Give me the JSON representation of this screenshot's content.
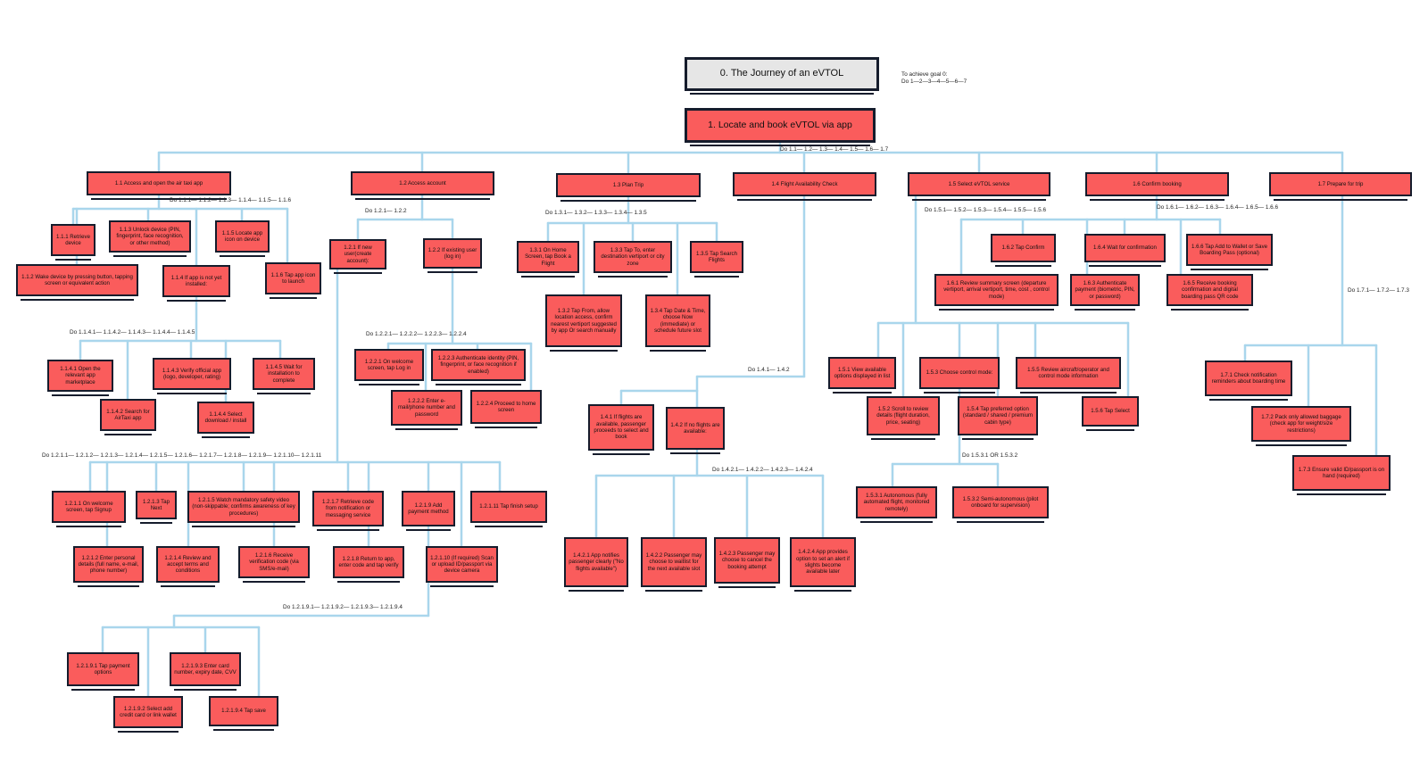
{
  "root": "0. The Journey of an eVTOL",
  "goal_note": [
    "To achieve goal 0:",
    "Do 1—2—3—4—5—6—7"
  ],
  "plan_notes": {
    "p1": "Do 1.1— 1.2— 1.3— 1.4— 1.5— 1.6— 1.7",
    "p11": "Do 1.1.1— 1.1.2— 1.1.3— 1.1.4— 1.1.5— 1.1.6",
    "p12": "Do 1.2.1— 1.2.2",
    "p13": "Do 1.3.1— 1.3.2— 1.3.3— 1.3.4— 1.3.5",
    "p15": "Do 1.5.1— 1.5.2— 1.5.3— 1.5.4— 1.5.5— 1.5.6",
    "p16": "Do 1.6.1— 1.6.2— 1.6.3— 1.6.4— 1.6.5— 1.6.6",
    "p17": "Do 1.7.1— 1.7.2— 1.7.3",
    "p114": "Do 1.1.4.1— 1.1.4.2— 1.1.4.3— 1.1.4.4— 1.1.4.5",
    "p122": "Do 1.2.2.1— 1.2.2.2— 1.2.2.3— 1.2.2.4",
    "p14": "Do 1.4.1— 1.4.2",
    "p121": "Do 1.2.1.1— 1.2.1.2— 1.2.1.3— 1.2.1.4— 1.2.1.5— 1.2.1.6— 1.2.1.7— 1.2.1.8— 1.2.1.9— 1.2.1.10— 1.2.1.11",
    "p142": "Do 1.4.2.1— 1.4.2.2— 1.4.2.3— 1.4.2.4",
    "p153": "Do 1.5.3.1 OR 1.5.3.2",
    "p1219": "Do 1.2.1.9.1— 1.2.1.9.2— 1.2.1.9.3— 1.2.1.9.4"
  },
  "nodes": {
    "n1": "1. Locate and book eVTOL via app",
    "n11": "1.1 Access and open the air taxi app",
    "n12": "1.2 Access account",
    "n13": "1.3 Plan Trip",
    "n14": "1.4 Flight Availability Check",
    "n15": "1.5 Select eVTOL service",
    "n16": "1.6 Confirm booking",
    "n17": "1.7 Prepare for trip",
    "n111": "1.1.1 Retrieve device",
    "n112": "1.1.2 Wake device by pressing button, tapping screen or equivalent action",
    "n113": "1.1.3 Unlock device (PIN, fingerprint, face recognition, or other method)",
    "n114": "1.1.4 If app is not yet installed:",
    "n115": "1.1.5 Locate app icon on device",
    "n116": "1.1.6 Tap app icon to launch",
    "n1141": "1.1.4.1 Open the relevant app marketplace",
    "n1142": "1.1.4.2 Search for AirTaxi app",
    "n1143": "1.1.4.3 Verify official app (logo, developer, rating)",
    "n1144": "1.1.4.4 Select download / install",
    "n1145": "1.1.4.5 Wait for installation to complete",
    "n121": "1.2.1 If new user(create account):",
    "n122": "1.2.2 If existing user (log in)",
    "n1221": "1.2.2.1 On welcome screen, tap Log in",
    "n1222": "1.2.2.2 Enter e-mail/phone number and password",
    "n1223": "1.2.2.3 Authenticate identity (PIN, fingerprint, or face recognition if enabled)",
    "n1224": "1.2.2.4 Proceed to home screen",
    "n131": "1.3.1 On Home Screen, tap Book a Flight",
    "n132": "1.3.2 Tap From, allow location access, confirm nearest vertiport suggested by app Or search manually",
    "n133": "1.3.3 Tap To, enter destination vertiport or city zone",
    "n134": "1.3.4 Tap Date & Time, choose Now (immediate) or schedule future slot",
    "n135": "1.3.5 Tap Search Flights",
    "n141": "1.4.1 If flights are available, passenger proceeds to select and book",
    "n142": "1.4.2 If no flights are available:",
    "n1421": "1.4.2.1 App notifies passenger clearly (\"No flights available\")",
    "n1422": "1.4.2.2 Passenger may choose to waitlist for the next available slot",
    "n1423": "1.4.2.3 Passenger may choose to cancel the booking attempt",
    "n1424": "1.4.2.4 App provides option to set an alert if slights become available later",
    "n151": "1.5.1 View available options displayed in list",
    "n152": "1.5.2 Scroll to review details (flight duration, price, seating)",
    "n153": "1.5.3 Choose control mode:",
    "n154": "1.5.4 Tap preferred option (standard / shared / premium cabin type)",
    "n155": "1.5.5 Review aircraft/operator and control mode information",
    "n156": "1.5.6 Tap Select",
    "n1531": "1.5.3.1 Autonomous (fully automated flight, monitored remotely)",
    "n1532": "1.5.3.2 Semi-autonomous (pilot onboard for supervision)",
    "n161": "1.6.1 Review summary screen (departure vertiport, arrival vertiport, time, cost , control mode)",
    "n162": "1.6.2 Tap Confirm",
    "n163": "1.6.3 Authenticate payment (biometric, PIN, or password)",
    "n164": "1.6.4 Wait for confirmation",
    "n165": "1.6.5 Receive booking confirmation and digital boarding pass QR code",
    "n166": "1.6.6 Tap Add to Wallet or Save Boarding Pass (optional)",
    "n171": "1.7.1 Check notification reminders about boarding time",
    "n172": "1.7.2 Pack only allowed baggage (check app for weight/size restrictions)",
    "n173": "1.7.3 Ensure valid ID/passport is on hand (required)",
    "n1211": "1.2.1.1 On welcome screen, tap Signup",
    "n1212": "1.2.1.2 Enter personal details (full name, e-mail, phone number)",
    "n1213": "1.2.1.3 Tap Next",
    "n1214": "1.2.1.4 Review and accept terms and conditions",
    "n1215": "1.2.1.5 Watch mandatory safety video (non-skippable; confirms awareness of key procedures)",
    "n1216": "1.2.1.6 Receive verification code (via SMS/e-mail)",
    "n1217": "1.2.1.7 Retrieve code from notification or messaging service",
    "n1218": "1.2.1.8 Return to app, enter code and tap verify",
    "n1219": "1.2.1.9 Add payment method",
    "n12110": "1.2.1.10 (If required) Scan or upload ID/passport via device camera",
    "n12111": "1.2.1.11 Tap finish setup",
    "n12191": "1.2.1.9.1 Tap payment options",
    "n12192": "1.2.1.9.2 Select add credit card or link wallet",
    "n12193": "1.2.1.9.3 Enter card number, expiry date, CVV",
    "n12194": "1.2.1.9.4 Tap save"
  },
  "colors": {
    "box": "#fa5c5c",
    "root_box": "#e6e6e6",
    "border": "#151c2c",
    "connector": "#a9d6ec"
  }
}
